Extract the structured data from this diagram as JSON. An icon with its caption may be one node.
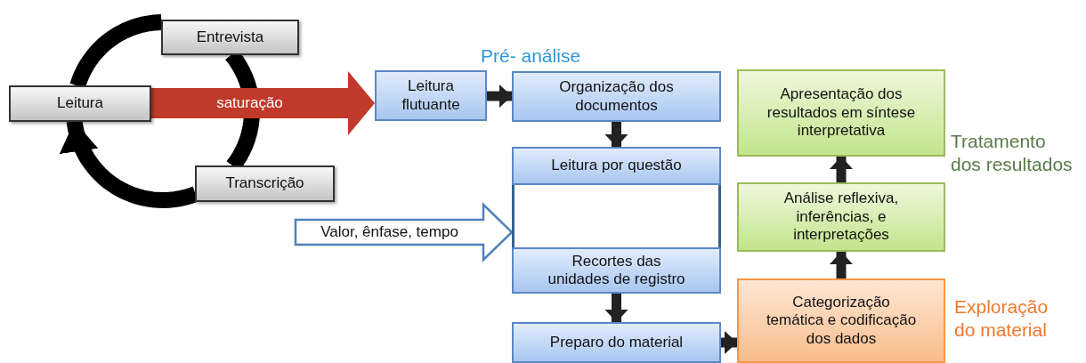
{
  "diagram": {
    "nodes": [
      {
        "text": [
          "Entrevista"
        ]
      },
      {
        "text": [
          "Leitura"
        ]
      },
      {
        "text": [
          "Transcrição"
        ]
      },
      {
        "text": [
          "Leitura flutuante"
        ]
      },
      {
        "text": [
          "Organização dos documentos"
        ]
      },
      {
        "text": [],
        "shape": "box"
      },
      {
        "text": [
          "Leitura por questão"
        ],
        "in": 5
      },
      {
        "text": [
          "Recortes das unidades de registro"
        ],
        "in": 5
      },
      {
        "text": [
          "Preparo do material"
        ]
      },
      {
        "text": [
          "Apresentação dos resultados em síntese interpretativa"
        ]
      },
      {
        "text": [
          "Análise reflexiva, inferências, e interpretações"
        ]
      },
      {
        "text": [
          "Categorização temática e codificação dos dados"
        ]
      }
    ],
    "edges": [
      {
        "from": 1,
        "to": 0,
        "arrow": "none"
      },
      {
        "from": 0,
        "to": 2,
        "arrow": "none"
      },
      {
        "from": 2,
        "to": 1,
        "arrow": "to"
      },
      {
        "from": 1,
        "to": 3,
        "arrow": "to",
        "label": "saturação",
        "style": "thick",
        "color": "#c0392b"
      },
      {
        "from": 3,
        "to": 4,
        "arrow": "to"
      },
      {
        "from": 4,
        "to": 6,
        "arrow": "to"
      },
      {
        "from": null,
        "to": 5,
        "arrow": "to",
        "label": "Valor, ênfase, tempo",
        "style": "thick"
      },
      {
        "from": 7,
        "to": 8,
        "arrow": "to"
      },
      {
        "from": 8,
        "to": 11,
        "arrow": "to"
      },
      {
        "from": 11,
        "to": 10,
        "arrow": "to"
      },
      {
        "from": 10,
        "to": 9,
        "arrow": "to"
      }
    ],
    "labels": [
      "Pré- análise",
      "Tratamento dos resultados",
      "Exploração do material"
    ]
  }
}
